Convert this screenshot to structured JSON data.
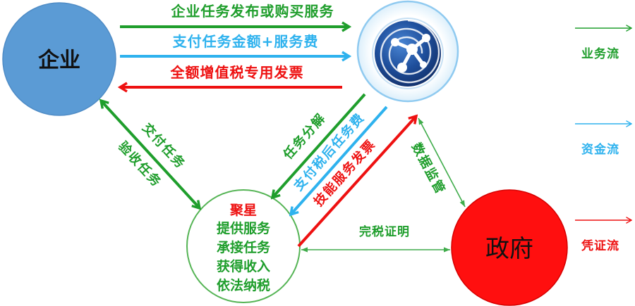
{
  "nodes": {
    "enterprise": {
      "label": "企业"
    },
    "juxing": {
      "title": "聚星",
      "lines": [
        "提供服务",
        "承接任务",
        "获得收入",
        "依法纳税"
      ]
    },
    "government": {
      "label": "政府"
    }
  },
  "platform": {
    "logo_icon": "molecule-globe-icon"
  },
  "flows": {
    "publish_task": "企业任务发布或购买服务",
    "pay_amount": "支付任务金额+服务费",
    "vat_invoice": "全额增值税专用发票",
    "deliver_task": "交付任务",
    "accept_task": "验收任务",
    "task_split": "任务分解",
    "pay_after_tax": "支付税后任务费",
    "service_invoice": "技能服务发票",
    "data_supervision": "数据监管",
    "tax_certificate": "完税证明"
  },
  "legend": [
    {
      "label": "业务流",
      "color": "#1f9e2c"
    },
    {
      "label": "资金流",
      "color": "#2eb2ee"
    },
    {
      "label": "凭证流",
      "color": "#ee1111"
    }
  ],
  "colors": {
    "business_flow": "#1f9e2c",
    "fund_flow": "#2eb2ee",
    "voucher_flow": "#ee1111",
    "enterprise_fill": "#5b9bd5",
    "government_fill": "#ff0f0f",
    "juxing_border": "#55b455"
  }
}
